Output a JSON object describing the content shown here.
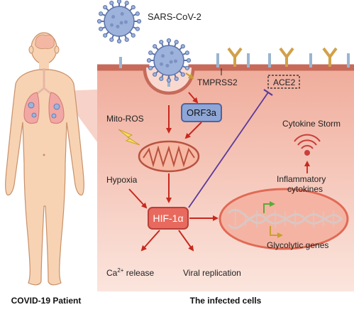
{
  "labels": {
    "virus_name": "SARS-CoV-2",
    "tmprss2": "TMPRSS2",
    "ace2": "ACE2",
    "orf3a": "ORF3a",
    "mito_ros": "Mito-ROS",
    "hypoxia": "Hypoxia",
    "hif": "HIF-1α",
    "cytokine_storm": "Cytokine Storm",
    "inflammatory_line1": "Inflammatory",
    "inflammatory_line2": "cytokines",
    "glycolytic": "Glycolytic genes",
    "ca_release_prefix": "Ca",
    "ca_release_sup": "2+",
    "ca_release_suffix": " release",
    "viral_replication": "Viral replication",
    "patient_caption": "COVID-19 Patient",
    "cells_caption": "The infected cells"
  },
  "colors": {
    "cell_bg_top": "#f2b4a6",
    "cell_bg_bottom": "#fbe6df",
    "membrane": "#c76a5a",
    "skin": "#f7d3b3",
    "skin_outline": "#c8906a",
    "virus": "#9db3dc",
    "virus_outline": "#5b72a8",
    "orf3a_fill": "#8ea6d6",
    "hif_fill": "#e86a5e",
    "arrow_red": "#c8281e",
    "inhibit_purple": "#5a3a9a",
    "receptor_blue": "#9ab5cf",
    "receptor_gold": "#d1a14a",
    "green_arrow": "#5aaa3a",
    "gold_arrow": "#c9a030"
  }
}
